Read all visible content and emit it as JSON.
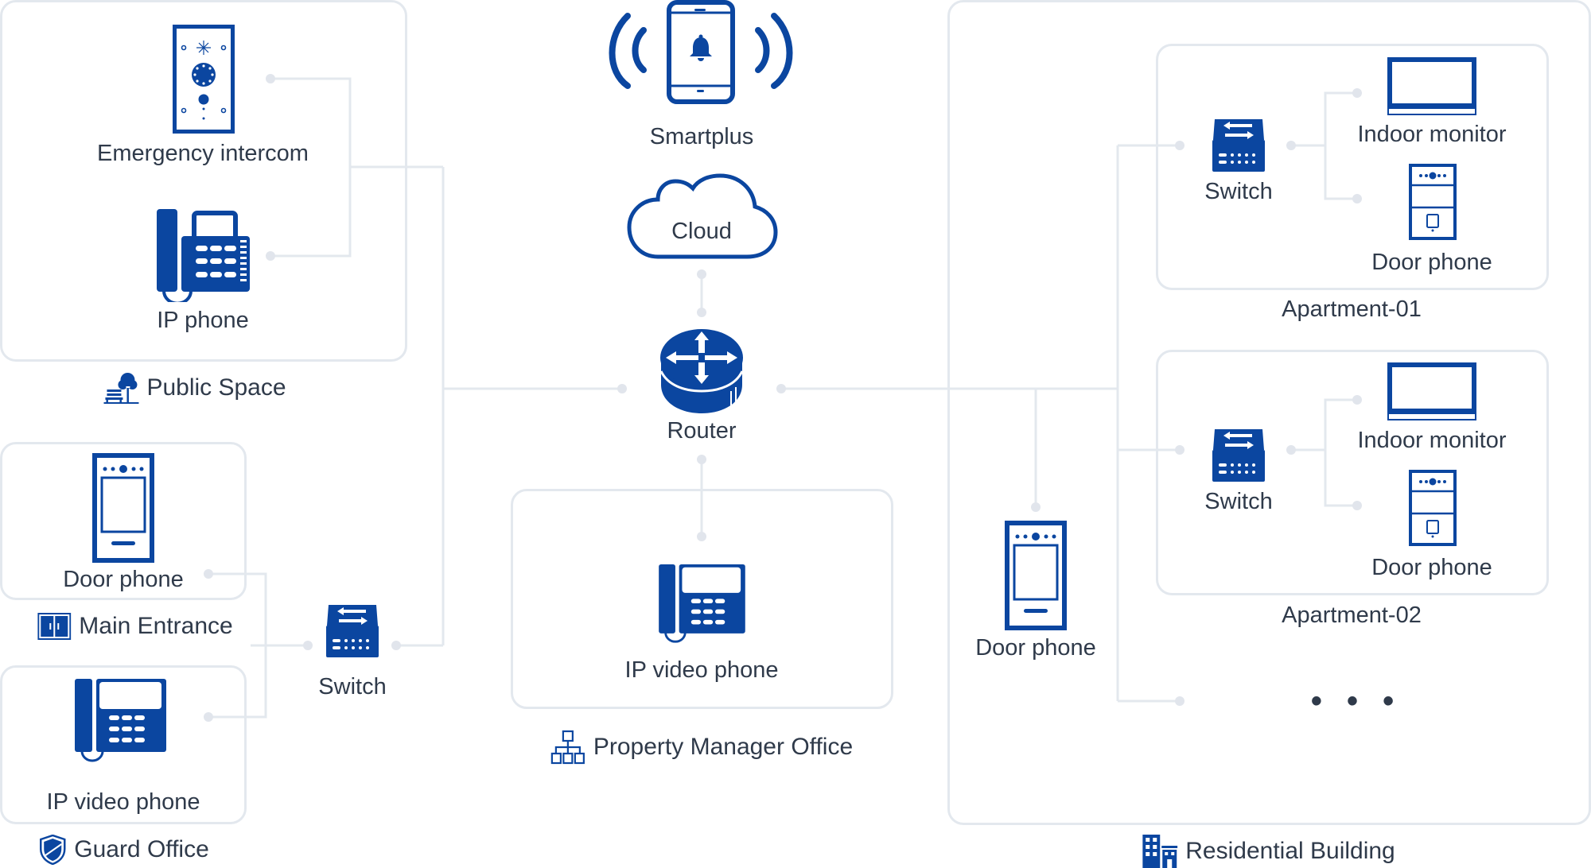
{
  "colors": {
    "accent": "#0b46a0",
    "line": "#e3e8ee",
    "dot": "#e1e5ec",
    "text": "#2f3a4a"
  },
  "zones": {
    "public_space": {
      "label": "Public Space",
      "icon": "park-bench-tree-icon"
    },
    "main_entrance": {
      "label": "Main Entrance",
      "icon": "double-door-icon"
    },
    "guard_office": {
      "label": "Guard Office",
      "icon": "shield-icon"
    },
    "property_manager_office": {
      "label": "Property Manager Office",
      "icon": "org-chart-icon"
    },
    "residential_building": {
      "label": "Residential Building",
      "icon": "buildings-icon"
    },
    "apartment_01": {
      "label": "Apartment-01"
    },
    "apartment_02": {
      "label": "Apartment-02"
    }
  },
  "devices": {
    "emergency_intercom": "Emergency intercom",
    "public_ip_phone": "IP phone",
    "main_entrance_door_phone": "Door phone",
    "guard_ip_video_phone": "IP video phone",
    "left_switch": "Switch",
    "smartplus": "Smartplus",
    "cloud": "Cloud",
    "router": "Router",
    "pmo_ip_video_phone": "IP video phone",
    "building_door_phone": "Door phone",
    "apt01_switch": "Switch",
    "apt01_indoor_monitor": "Indoor monitor",
    "apt01_door_phone": "Door phone",
    "apt02_switch": "Switch",
    "apt02_indoor_monitor": "Indoor monitor",
    "apt02_door_phone": "Door phone",
    "more": "• • •"
  }
}
